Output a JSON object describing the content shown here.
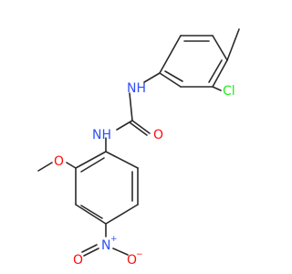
{
  "colors": {
    "bond": "#2a2a2a",
    "nitrogen": "#3050f8",
    "oxygen": "#ff0d0d",
    "chlorine": "#1ff01f"
  },
  "atoms": {
    "nh_top": "NH",
    "nh_mid": "NH",
    "carbonyl_o": "O",
    "methoxy_o": "O",
    "cl": "Cl",
    "nitro_n": "N",
    "nitro_n_charge": "+",
    "nitro_o_right": "O",
    "nitro_o_right_charge": "−",
    "nitro_o_left": "O"
  }
}
